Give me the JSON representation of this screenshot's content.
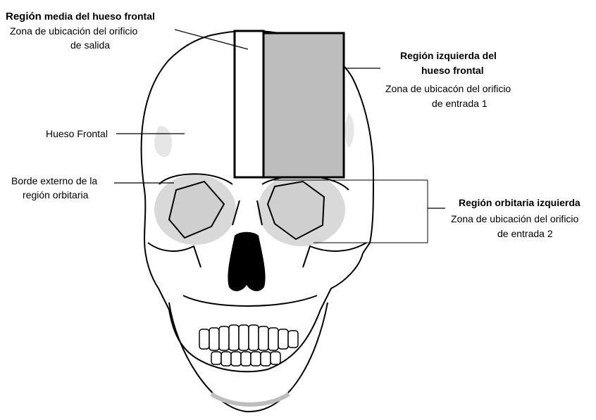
{
  "labels": {
    "media": {
      "title_a": "Región",
      "title_b": "media del hueso frontal",
      "line1": "Zona de ubicación del orificio",
      "line2": "de salida"
    },
    "izquierda_frontal": {
      "title1": "Región izquierda del",
      "title2": "hueso frontal",
      "line1": "Zona de ubicacón del orificio",
      "line2": "de entrada 1"
    },
    "hueso_frontal": "Hueso Frontal",
    "borde": {
      "line1": "Borde externo de la",
      "line2": "región orbitaria"
    },
    "orbitaria": {
      "title": "Región orbitaria izquierda",
      "line1": "Zona de ubicación del orificio",
      "line2": "de entrada 2"
    }
  },
  "colors": {
    "left_region_fill": "#bdbdbd",
    "middle_region_fill": "#ffffff",
    "outline": "#000000",
    "orbit_shade": "#d9d9d9",
    "nose": "#000000"
  }
}
